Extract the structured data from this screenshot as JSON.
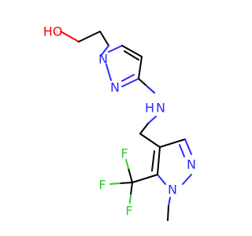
{
  "molecule": {
    "atoms": {
      "hydroxyl": "HO",
      "n1_pyrazole_a": "N",
      "n2_pyrazole_a": "N",
      "amine": "N",
      "amine_h": "H",
      "n2_pyrazole_b": "N",
      "n1_pyrazole_b": "N",
      "f_top": "F",
      "f_left": "F",
      "f_bottom": "F"
    },
    "colors": {
      "carbon_bond": "#000000",
      "nitrogen": "#2a2aff",
      "oxygen": "#ff0000",
      "fluorine": "#33cc33"
    }
  }
}
